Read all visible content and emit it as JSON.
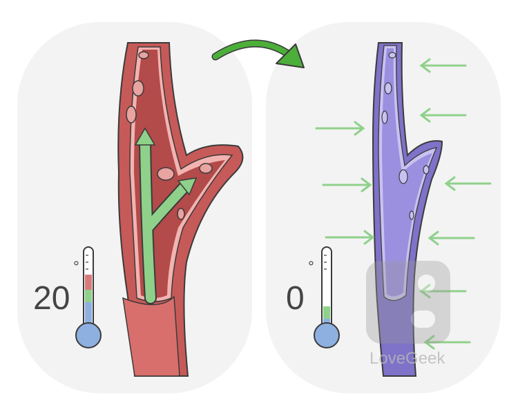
{
  "left_panel": {
    "temperature": "20",
    "degree": "°",
    "vessel_color": "#c65a58",
    "arrow_color": "#8fd18a"
  },
  "right_panel": {
    "temperature": "0",
    "degree": "°",
    "vessel_color": "#7e72c9",
    "arrow_color": "#8fd18a"
  },
  "transition_arrow_color": "#4caf3a",
  "watermark": "LoveGeek"
}
